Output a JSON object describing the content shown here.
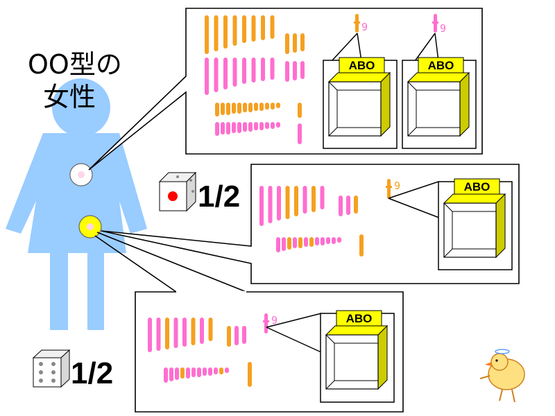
{
  "title_lines": [
    "OO型の",
    "女性"
  ],
  "colors": {
    "body": "#99ccff",
    "maternal": "#ff6ecf",
    "paternal": "#f5a020",
    "box_front": "#ffff00",
    "box_side": "#cccc00",
    "egg": "#ffff00"
  },
  "panels": [
    {
      "chromosome_label": "9",
      "box_label": "ABO"
    },
    {
      "chromosome_label": "9",
      "box_label": "ABO"
    },
    {
      "chromosome_label": "9",
      "box_label": "ABO"
    },
    {
      "chromosome_label": "9",
      "box_label": "ABO"
    }
  ],
  "probabilities": [
    {
      "label": "1/2",
      "die_icon": "die-with-red-dot-icon"
    },
    {
      "label": "1/2",
      "die_icon": "die-six-icon"
    }
  ],
  "mascot_icon": "chick-icon"
}
